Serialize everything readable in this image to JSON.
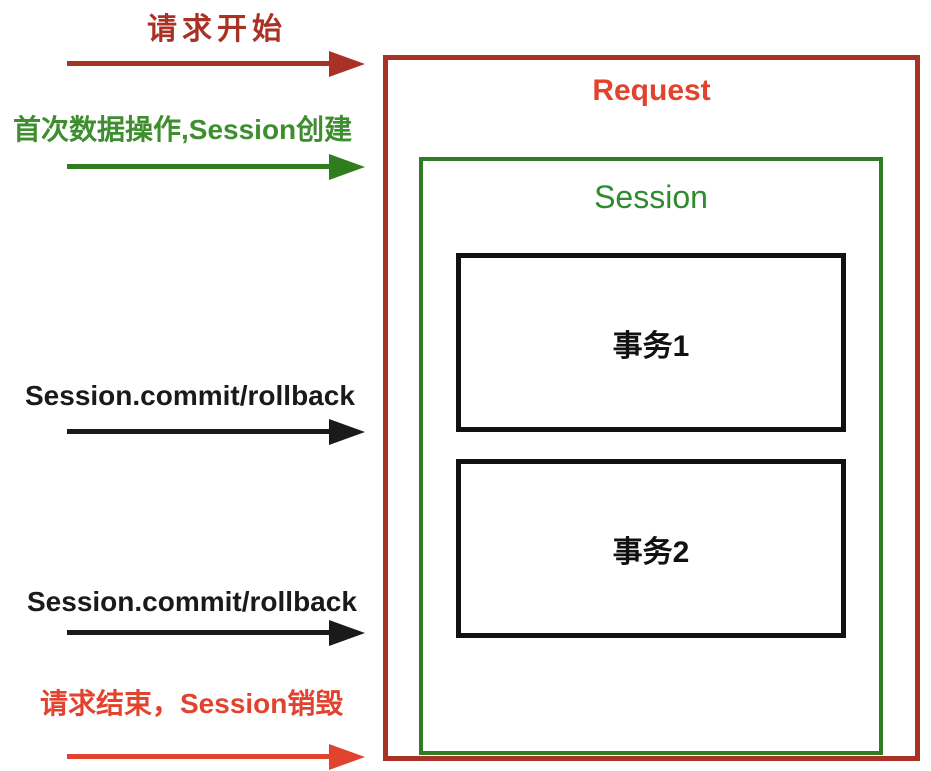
{
  "diagram": {
    "annotations": [
      {
        "label": "请求开始",
        "color": "#A93226"
      },
      {
        "label": "首次数据操作,Session创建",
        "color": "#3E8E2F"
      },
      {
        "label": "Session.commit/rollback",
        "color": "#1A1A1A"
      },
      {
        "label": "Session.commit/rollback",
        "color": "#1A1A1A"
      },
      {
        "label": "请求结束，Session销毁",
        "color": "#E2432E"
      }
    ],
    "arrows": [
      {
        "name": "request-start-arrow",
        "color": "#A93226"
      },
      {
        "name": "session-create-arrow",
        "color": "#2F7D1D"
      },
      {
        "name": "commit-rollback-arrow-1",
        "color": "#1A1A1A"
      },
      {
        "name": "commit-rollback-arrow-2",
        "color": "#1A1A1A"
      },
      {
        "name": "request-end-arrow",
        "color": "#E2432E"
      }
    ],
    "boxes": {
      "request": {
        "label": "Request",
        "border_color": "#A93226",
        "label_color": "#E2432E"
      },
      "session": {
        "label": "Session",
        "border_color": "#2E7D26",
        "label_color": "#2E8B2E"
      },
      "transactions": [
        {
          "label": "事务1",
          "border_color": "#111111",
          "label_color": "#111111"
        },
        {
          "label": "事务2",
          "border_color": "#111111",
          "label_color": "#111111"
        }
      ]
    }
  }
}
